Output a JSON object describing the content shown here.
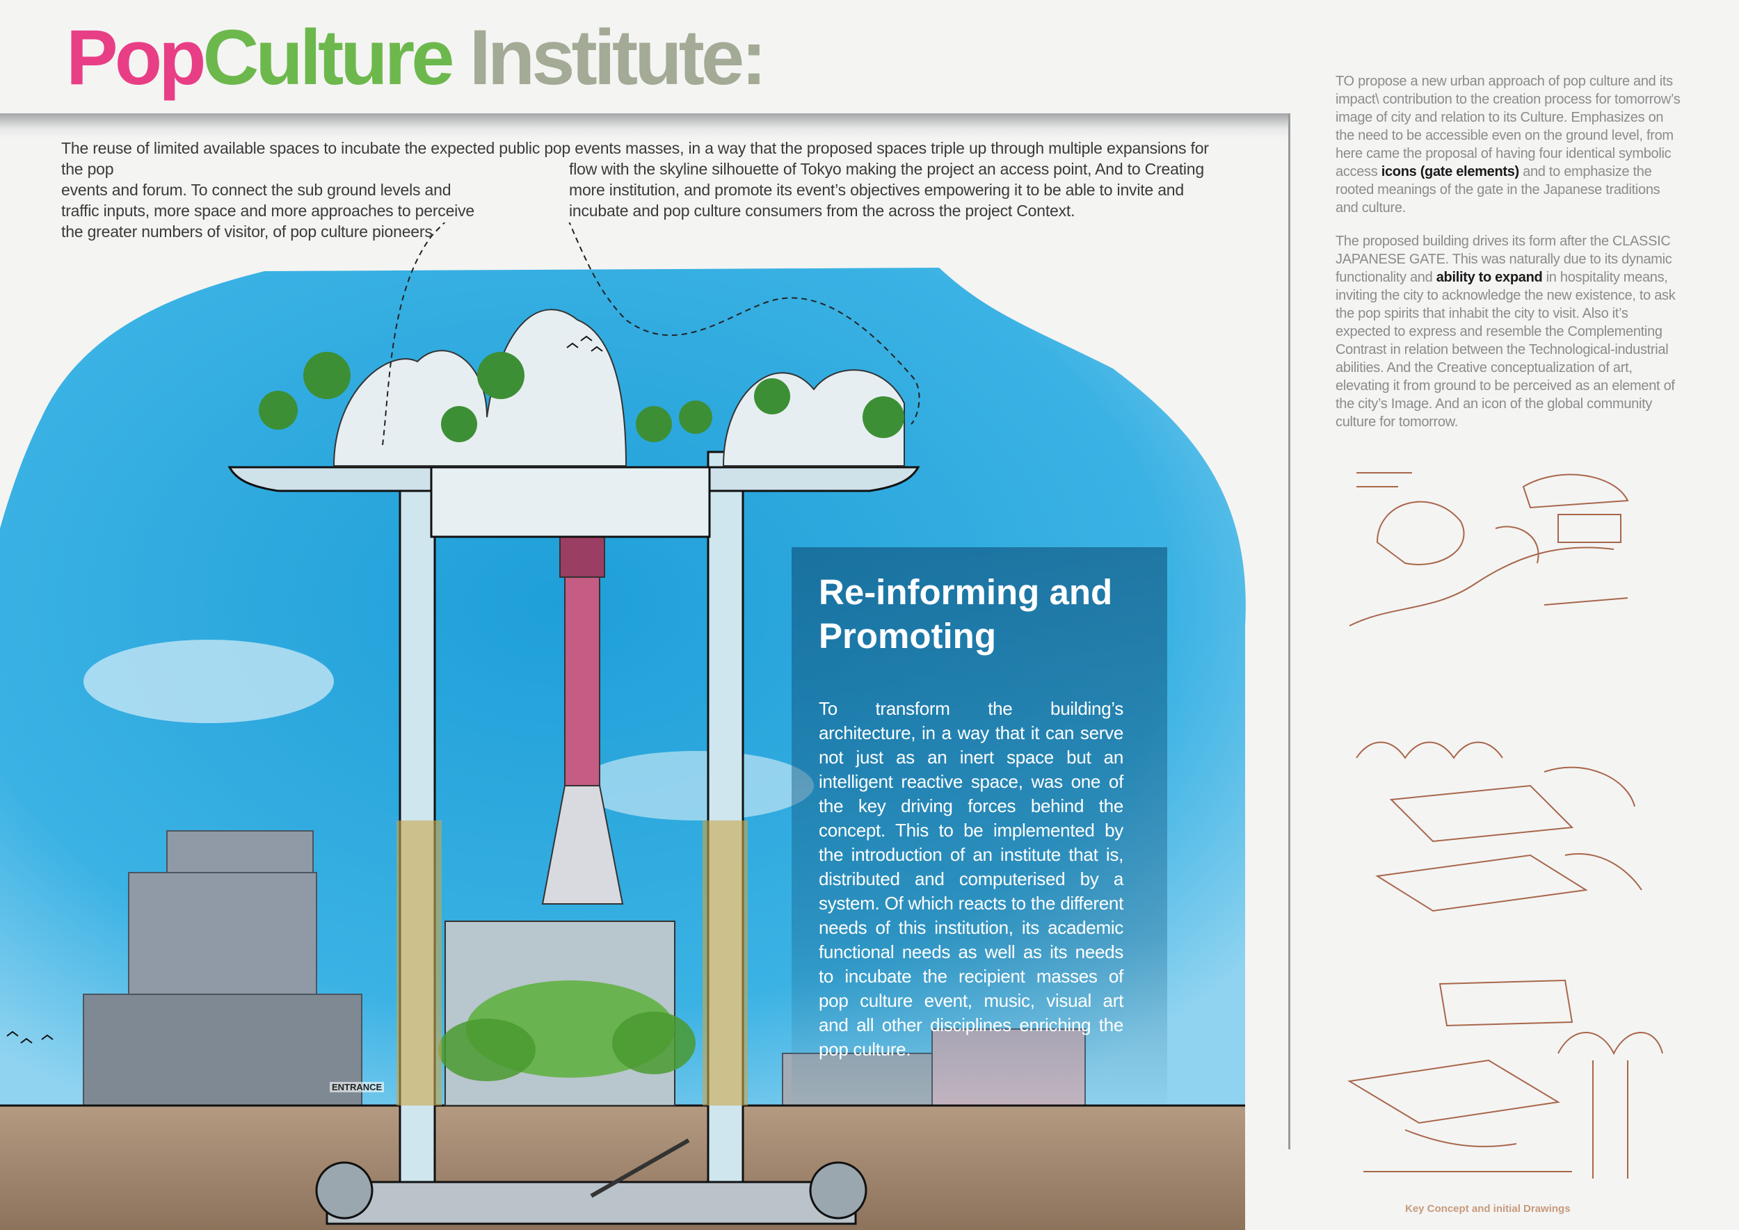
{
  "title": {
    "pop": "Pop",
    "culture": "Culture",
    "institute": "Institute:"
  },
  "intro": {
    "line1": "The reuse of limited available spaces to incubate the expected public pop events masses, in a way that the proposed spaces triple up through multiple expansions for the pop",
    "left_block": "events and forum. To connect the sub ground levels and traffic inputs, more space and more approaches to perceive the greater numbers of visitor, of pop culture pioneers",
    "right_block": "flow with the skyline silhouette of Tokyo making the project an access point, And to Creating more institution, and promote its event’s objectives empowering it to be able to invite and incubate and pop culture consumers from the across the project Context."
  },
  "side": {
    "p1_a": "TO propose a new urban approach of pop culture and its impact\\ contribution to the creation process for tomorrow’s image of city and relation to its Culture. Emphasizes on the need to be accessible even on the ground level, from here came the proposal of having four identical symbolic access ",
    "p1_bold": "icons (gate elements)",
    "p1_b": " and to emphasize the rooted meanings of the gate in the Japanese traditions and culture.",
    "p2_a": "The proposed building drives its form after the CLASSIC JAPANESE GATE. This was naturally due to its dynamic functionality and ",
    "p2_bold": "ability to expand",
    "p2_b": " in hospitality means, inviting the city to acknowledge the new existence, to ask the pop spirits that inhabit the city to visit. Also it’s expected to express and resemble the Complementing Contrast in relation between the Technological-industrial abilities. And the Creative conceptualization of art, elevating it from ground to be perceived as an element of the city’s Image. And an icon of the global community culture for tomorrow."
  },
  "overlay": {
    "title": "Re-informing and Promoting",
    "body": "To transform the building’s architecture, in a way that it can serve not just as an inert space but an intelligent reactive space, was one of the key driving forces behind the concept. This to be implemented by the introduction of an institute that is, distributed and computerised by a system. Of which reacts to the different needs of this institution, its academic functional needs as well as its needs to incubate the recipient masses of pop culture event, music, visual art and all other disciplines enriching the pop culture."
  },
  "labels": {
    "entrance": "ENTRANCE",
    "sketch_caption": "Key Concept and initial Drawings"
  },
  "colors": {
    "pop": "#e83e86",
    "culture": "#6db84c",
    "institute": "#a3aa95",
    "sky": "#2aa7dc",
    "sketch": "#a8664a"
  }
}
